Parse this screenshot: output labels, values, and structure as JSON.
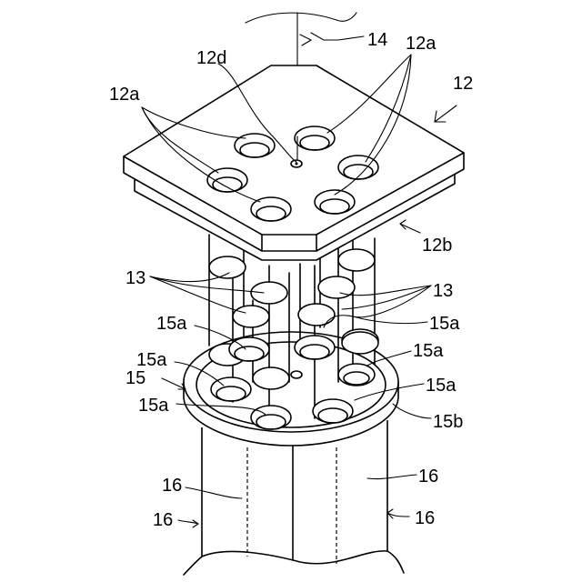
{
  "figure": {
    "labels": {
      "wire": "14",
      "plate": "12",
      "plate_center_hole": "12d",
      "plate_holes_right": "12a",
      "plate_holes_left": "12a",
      "plate_underside": "12b",
      "rods_left": "13",
      "rods_right": "13",
      "disc_hole_1": "15a",
      "disc_hole_2": "15a",
      "disc_hole_3": "15a",
      "disc_hole_4": "15a",
      "disc_hole_5": "15a",
      "disc_hole_6": "15a",
      "disc": "15",
      "disc_rim": "15b",
      "column_1": "16",
      "column_2": "16",
      "column_3": "16",
      "column_4": "16"
    }
  }
}
